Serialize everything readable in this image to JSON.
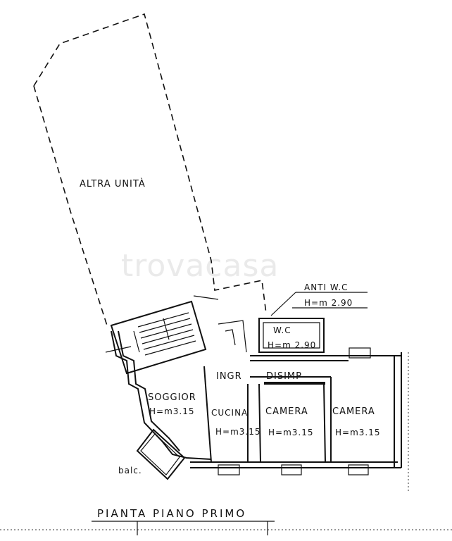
{
  "watermark": "trovacasa",
  "plan": {
    "title": "PIANTA   PIANO  PRIMO",
    "rooms": {
      "altra_unita": "ALTRA UNITÀ",
      "anti_wc_label": "ANTI W.C",
      "anti_wc_height": "H=m 2.90",
      "wc_label": "W.C",
      "wc_height": "H=m 2.90",
      "ingr": "INGR",
      "disimp": "DISIMP",
      "soggior_label": "SOGGIOR",
      "soggior_height": "H=m3.15",
      "cucina_label": "CUCINA",
      "cucina_height": "H=m3.15",
      "camera1_label": "CAMERA",
      "camera1_height": "H=m3.15",
      "camera2_label": "CAMERA",
      "camera2_height": "H=m3.15",
      "balc": "balc."
    }
  }
}
